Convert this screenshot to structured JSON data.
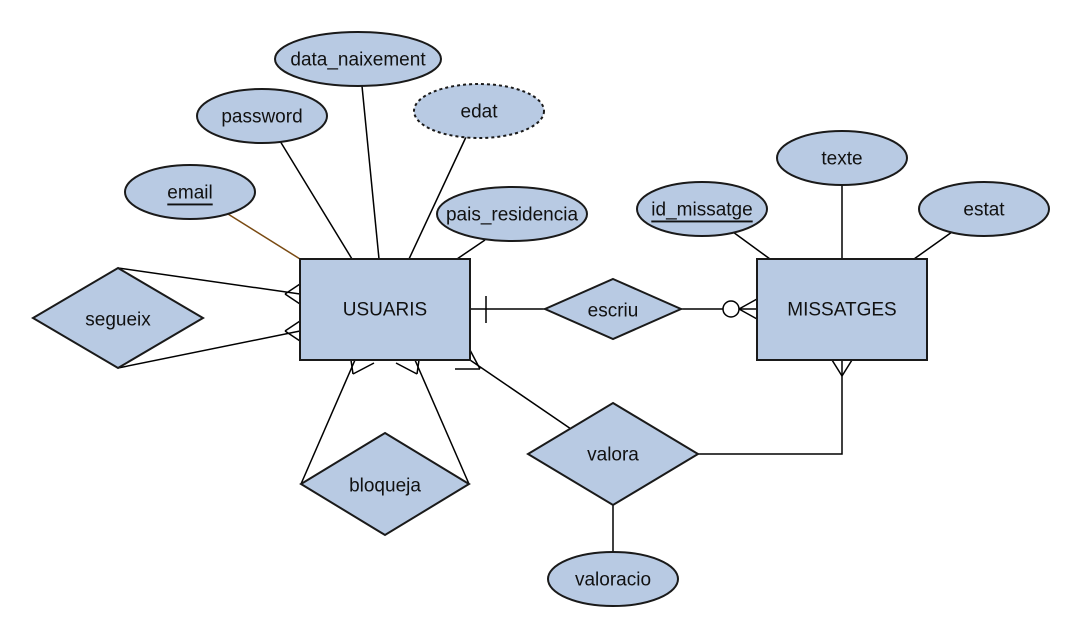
{
  "diagram": {
    "type": "entity-relationship",
    "colors": {
      "fill": "#b8cae3",
      "stroke": "#1a1a1a",
      "primary_key_link": "#7a4a12"
    },
    "entities": [
      {
        "id": "usuaris",
        "label": "USUARIS"
      },
      {
        "id": "missatges",
        "label": "MISSATGES"
      }
    ],
    "relationships": [
      {
        "id": "segueix",
        "label": "segueix",
        "connects": [
          "usuaris",
          "usuaris"
        ],
        "cardinality": "N:M"
      },
      {
        "id": "bloqueja",
        "label": "bloqueja",
        "connects": [
          "usuaris",
          "usuaris"
        ],
        "cardinality": "N:M"
      },
      {
        "id": "escriu",
        "label": "escriu",
        "connects": [
          "usuaris",
          "missatges"
        ],
        "cardinality": "1:0..N"
      },
      {
        "id": "valora",
        "label": "valora",
        "connects": [
          "usuaris",
          "missatges"
        ],
        "cardinality": "N:M"
      }
    ],
    "attributes": [
      {
        "id": "email",
        "label": "email",
        "owner": "usuaris",
        "key": true,
        "derived": false
      },
      {
        "id": "password",
        "label": "password",
        "owner": "usuaris",
        "key": false,
        "derived": false
      },
      {
        "id": "data_naixement",
        "label": "data_naixement",
        "owner": "usuaris",
        "key": false,
        "derived": false
      },
      {
        "id": "edat",
        "label": "edat",
        "owner": "usuaris",
        "key": false,
        "derived": true
      },
      {
        "id": "pais_residencia",
        "label": "pais_residencia",
        "owner": "usuaris",
        "key": false,
        "derived": false
      },
      {
        "id": "id_missatge",
        "label": "id_missatge",
        "owner": "missatges",
        "key": true,
        "derived": false
      },
      {
        "id": "texte",
        "label": "texte",
        "owner": "missatges",
        "key": false,
        "derived": false
      },
      {
        "id": "estat",
        "label": "estat",
        "owner": "missatges",
        "key": false,
        "derived": false
      },
      {
        "id": "valoracio",
        "label": "valoracio",
        "owner": "valora",
        "key": false,
        "derived": false
      }
    ]
  }
}
